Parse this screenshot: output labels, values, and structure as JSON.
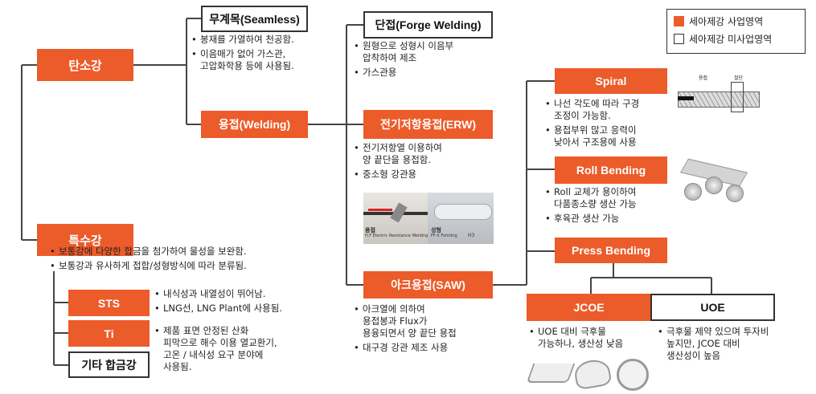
{
  "legend": {
    "items": [
      {
        "label": "세아제강 사업영역",
        "color": "#ec5b2a"
      },
      {
        "label": "세아제강 미사업영역",
        "color": "#ffffff"
      }
    ]
  },
  "nodes": {
    "carbon_steel": "탄소강",
    "special_steel": "특수강",
    "seamless": "무계목(Seamless)",
    "welding": "용접(Welding)",
    "forge": "단접(Forge Welding)",
    "erw": "전기저항용접(ERW)",
    "saw": "아크용접(SAW)",
    "spiral": "Spiral",
    "roll_bending": "Roll Bending",
    "press_bending": "Press Bending",
    "jcoe": "JCOE",
    "uoe": "UOE",
    "sts": "STS",
    "ti": "Ti",
    "other_alloy": "기타 합금강"
  },
  "descriptions": {
    "seamless": [
      "봉재를 가열하여 천공함.",
      "이음매가 없어 가스관,\n고압화학용 등에 사용됨."
    ],
    "forge": [
      "원형으로 성형시 이음부\n압착하여 제조",
      "가스관용"
    ],
    "erw": [
      "전기저항열 이용하여\n양 끝단을 용접함.",
      "중소형 강관용"
    ],
    "saw": [
      "아크열에 의하여\n용접봉과 Flux가\n용융되면서 양 끝단 용접",
      "대구경 강관 제조 사용"
    ],
    "spiral": [
      "나선 각도에 따라 구경\n조정이 가능함.",
      "용접부위 많고 응력이\n낮아서 구조용에 사용"
    ],
    "roll_bending": [
      "Roll 교체가 용이하여\n다품종소량 생산 가능",
      "후육관 생산 가능"
    ],
    "jcoe": [
      "UOE 대비 극후물\n가능하나, 생산성 낮음"
    ],
    "uoe": [
      "극후물 제약 있으며 투자비\n높지만, JCOE 대비\n생산성이 높음"
    ],
    "special": [
      "보통강에 다양한 합금을 첨가하여 물성을 보완함.",
      "보통강과 유사하게 접합/성형방식에 따라 분류됨."
    ],
    "sts": [
      "내식성과 내열성이 뛰어남.",
      "LNG선, LNG Plant에 사용됨."
    ],
    "ti": [
      "제품 표면 안정된 산화\n피막으로 해수 이용 열교환기,\n고온 / 내식성 요구 분야에\n사용됨."
    ]
  },
  "erw_image": {
    "left_caption": "용접",
    "left_sub": "H.F Electric Resistance Welding",
    "right_caption": "성형",
    "right_sub": "FF-X Forming",
    "mark": "H3"
  },
  "spiral_image": {
    "label1": "용접",
    "label2": "절단"
  }
}
